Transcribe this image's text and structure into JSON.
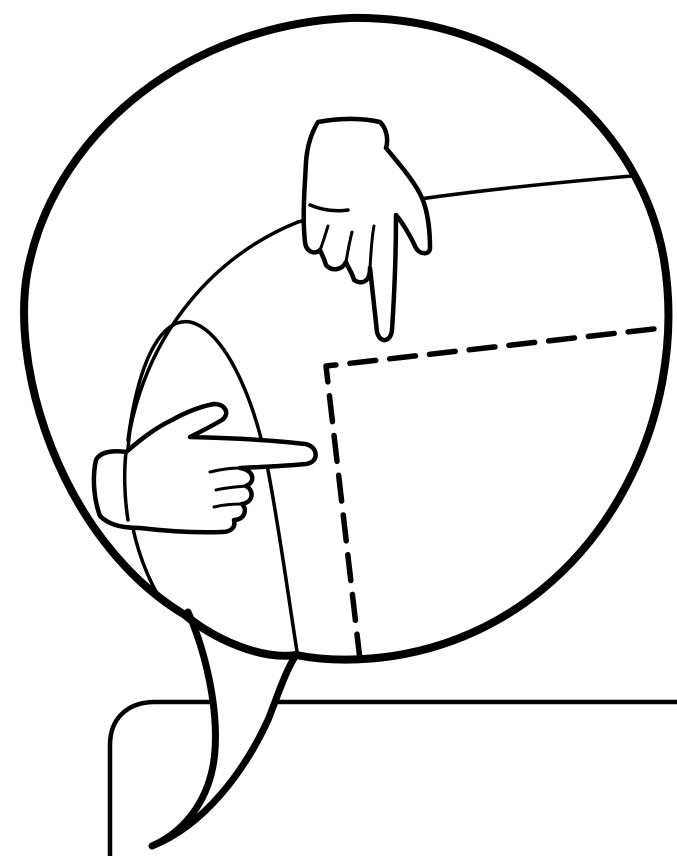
{
  "illustration": {
    "ink_color": "#000000",
    "background_color": "#ffffff",
    "elements": [
      "zoom-callout-bubble",
      "device-frame",
      "rounded-corner",
      "top-edge",
      "dashed-inset-guide",
      "pointing-down-hand-icon",
      "pointing-right-hand-icon"
    ]
  }
}
